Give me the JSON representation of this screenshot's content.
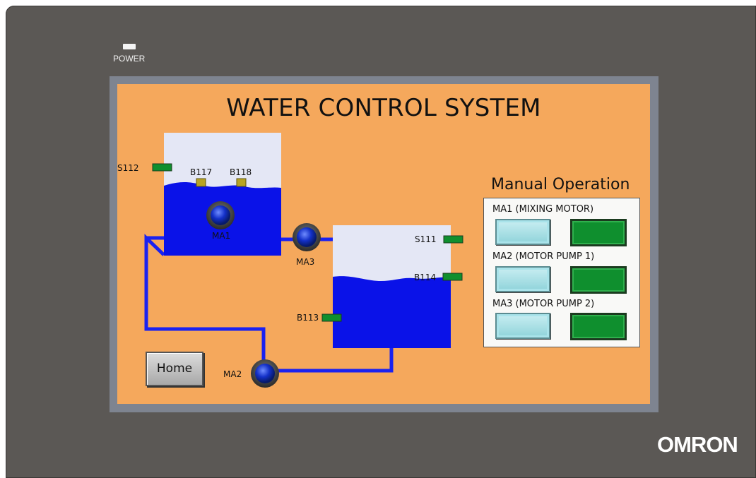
{
  "device": {
    "power_label": "POWER",
    "brand": "OMRON"
  },
  "screen": {
    "title": "WATER CONTROL SYSTEM",
    "home_button": "Home"
  },
  "tank1": {
    "sensor_side": "S112",
    "sensor_a": "B117",
    "sensor_b": "B118",
    "motor": "MA1"
  },
  "tank2": {
    "sensor_top": "S111",
    "sensor_mid": "B114",
    "sensor_low": "B113"
  },
  "pumps": {
    "between": "MA3",
    "bottom": "MA2"
  },
  "manual": {
    "title": "Manual Operation",
    "rows": [
      {
        "label": "MA1 (MIXING MOTOR)"
      },
      {
        "label": "MA2 (MOTOR PUMP 1)"
      },
      {
        "label": "MA3 (MOTOR PUMP 2)"
      }
    ]
  },
  "colors": {
    "background": "#f5a85c",
    "water": "#0a12e8",
    "empty_tank": "#e4e7f5",
    "pipe": "#1a22f0",
    "indicator_green": "#0f8f2e",
    "indicator_olive": "#b8a423",
    "button_cyan": "#a8e0e6"
  }
}
